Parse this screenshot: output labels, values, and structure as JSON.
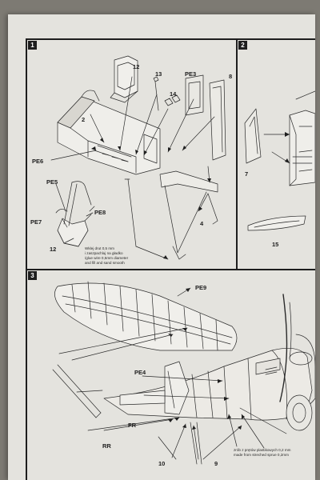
{
  "colors": {
    "paper": "#e4e3de",
    "ink": "#1e1e1e",
    "background": "#7d7a73"
  },
  "steps": [
    {
      "number": "1"
    },
    {
      "number": "2"
    },
    {
      "number": "3"
    }
  ],
  "step1": {
    "callouts": [
      "2",
      "12",
      "13",
      "PE3",
      "8",
      "14",
      "PE6",
      "PE5",
      "PE8",
      "PE7",
      "12",
      "4"
    ],
    "note": [
      "Wklej drut 0,5 mm",
      "i zaszpachluj na gładko",
      "/glue wire 0,5mm diameter",
      "and fill and sand smooth"
    ]
  },
  "step2": {
    "callouts": [
      "7",
      "15"
    ]
  },
  "step3": {
    "callouts": [
      "PE9",
      "PE4",
      "FR",
      "RR",
      "10",
      "9"
    ],
    "note": [
      "zrób z prętów plastikowych 0,2 mm",
      "made from streched sprue 0,2mm"
    ]
  }
}
